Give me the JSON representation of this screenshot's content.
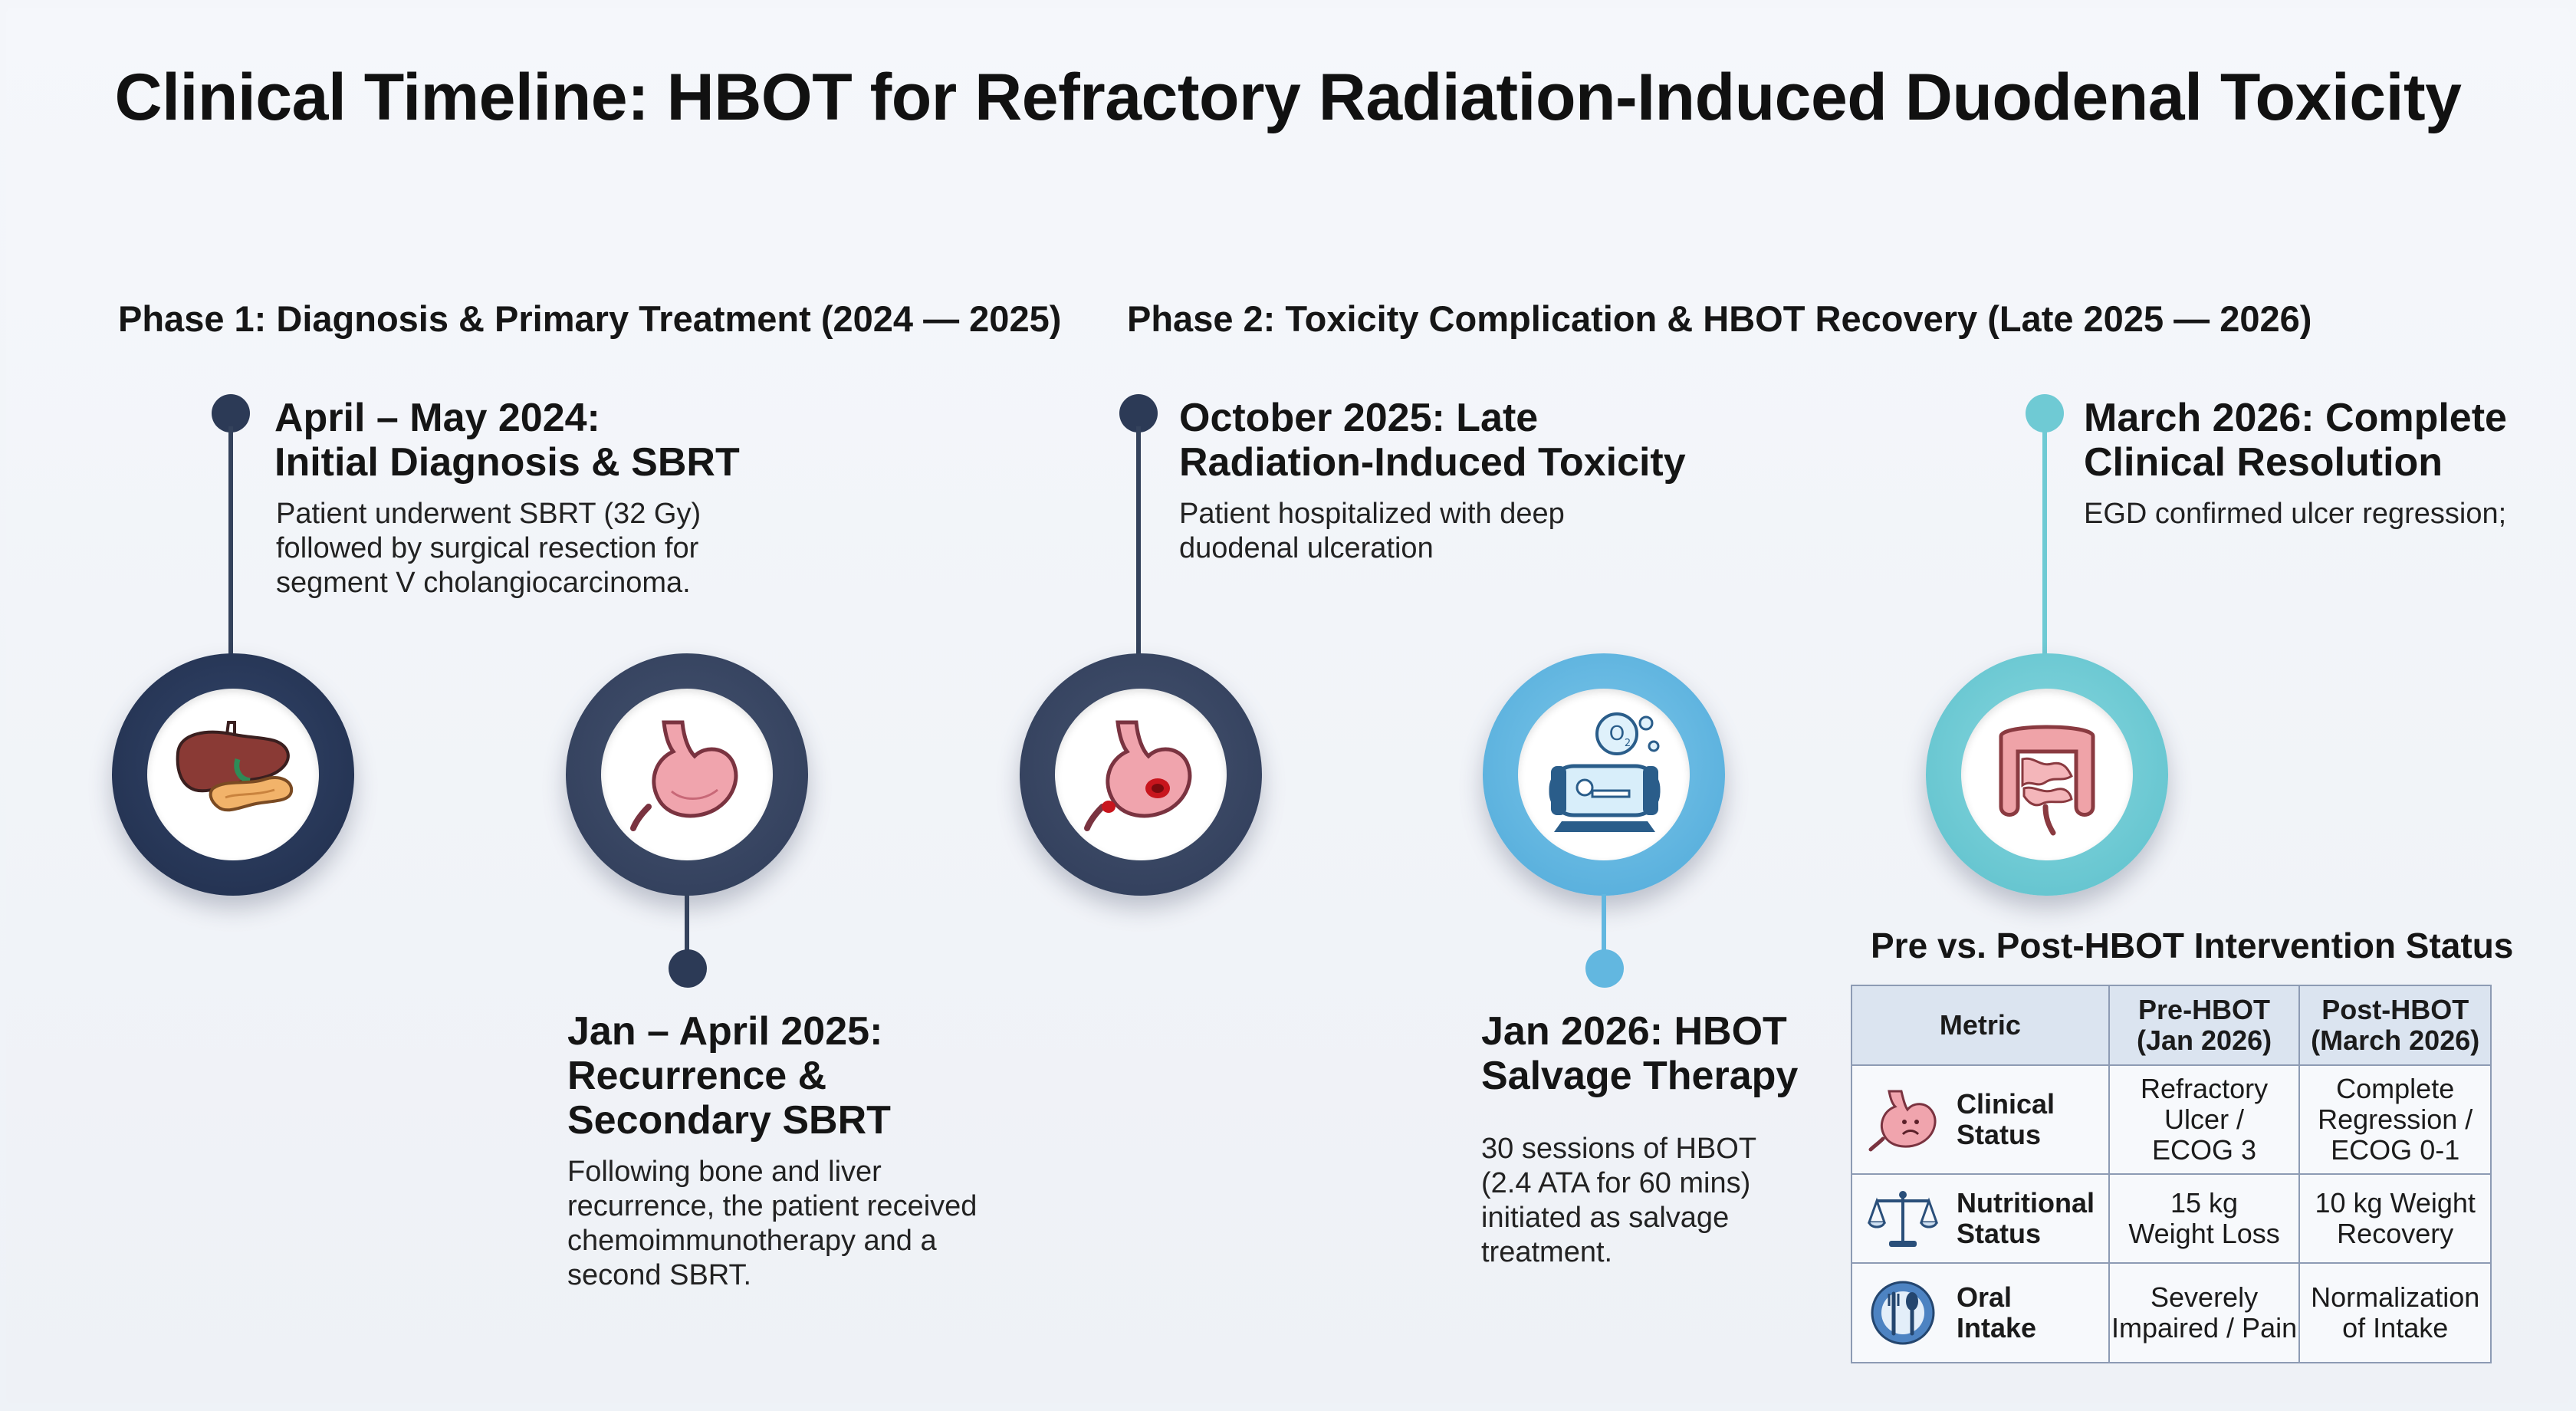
{
  "title": "Clinical Timeline: HBOT for Refractory Radiation-Induced Duodenal Toxicity",
  "phases": [
    {
      "label": "Phase 1: Diagnosis & Primary Treatment (2024 — 2025)"
    },
    {
      "label": "Phase 2: Toxicity Complication & HBOT Recovery (Late 2025 — 2026)"
    }
  ],
  "events": [
    {
      "title_line1": "April – May 2024:",
      "title_line2": "Initial Diagnosis & SBRT",
      "desc_line1": "Patient underwent SBRT (32 Gy)",
      "desc_line2": "followed by surgical resection for",
      "desc_line3": "segment V cholangiocarcinoma.",
      "icon": "liver-pancreas-icon",
      "color": "#1f2d4b"
    },
    {
      "title_line1": "Jan – April 2025:",
      "title_line2": "Recurrence &",
      "title_line3": "Secondary SBRT",
      "desc_line1": "Following bone and liver",
      "desc_line2": "recurrence, the patient received",
      "desc_line3": "chemoimmunotherapy and a",
      "desc_line4": "second SBRT.",
      "icon": "stomach-icon",
      "color": "#2e3b58"
    },
    {
      "title_line1": "October 2025: Late",
      "title_line2": "Radiation-Induced Toxicity",
      "desc_line1": "Patient hospitalized with deep",
      "desc_line2": "duodenal ulceration",
      "icon": "ulcerated-stomach-icon",
      "color": "#2e3b58"
    },
    {
      "title_line1": "Jan 2026: HBOT",
      "title_line2": "Salvage Therapy",
      "desc_line1": "30 sessions of HBOT",
      "desc_line2": "(2.4 ATA for 60 mins)",
      "desc_line3": "initiated as salvage",
      "desc_line4": "treatment.",
      "icon": "hyperbaric-chamber-icon",
      "color": "#4fa9d9"
    },
    {
      "title_line1": "March 2026: Complete",
      "title_line2": "Clinical Resolution",
      "desc_line1": "EGD confirmed ulcer regression;",
      "icon": "intestine-icon",
      "color": "#5bbfcb"
    }
  ],
  "table": {
    "title": "Pre vs. Post-HBOT Intervention Status",
    "headers": {
      "metric": "Metric",
      "pre_line1": "Pre-HBOT",
      "pre_line2": "(Jan 2026)",
      "post_line1": "Post-HBOT",
      "post_line2": "(March 2026)"
    },
    "rows": [
      {
        "icon": "sad-stomach-icon",
        "metric_line1": "Clinical",
        "metric_line2": "Status",
        "pre_line1": "Refractory",
        "pre_line2": "Ulcer /",
        "pre_line3": "ECOG 3",
        "post_line1": "Complete",
        "post_line2": "Regression /",
        "post_line3": "ECOG 0-1"
      },
      {
        "icon": "balance-scale-icon",
        "metric_line1": "Nutritional",
        "metric_line2": "Status",
        "pre_line1": "15 kg",
        "pre_line2": "Weight Loss",
        "post_line1": "10 kg Weight",
        "post_line2": "Recovery"
      },
      {
        "icon": "fork-spoon-icon",
        "metric_line1": "Oral",
        "metric_line2": "Intake",
        "pre_line1": "Severely",
        "pre_line2": "Impaired / Pain",
        "post_line1": "Normalization",
        "post_line2": "of Intake"
      }
    ]
  }
}
